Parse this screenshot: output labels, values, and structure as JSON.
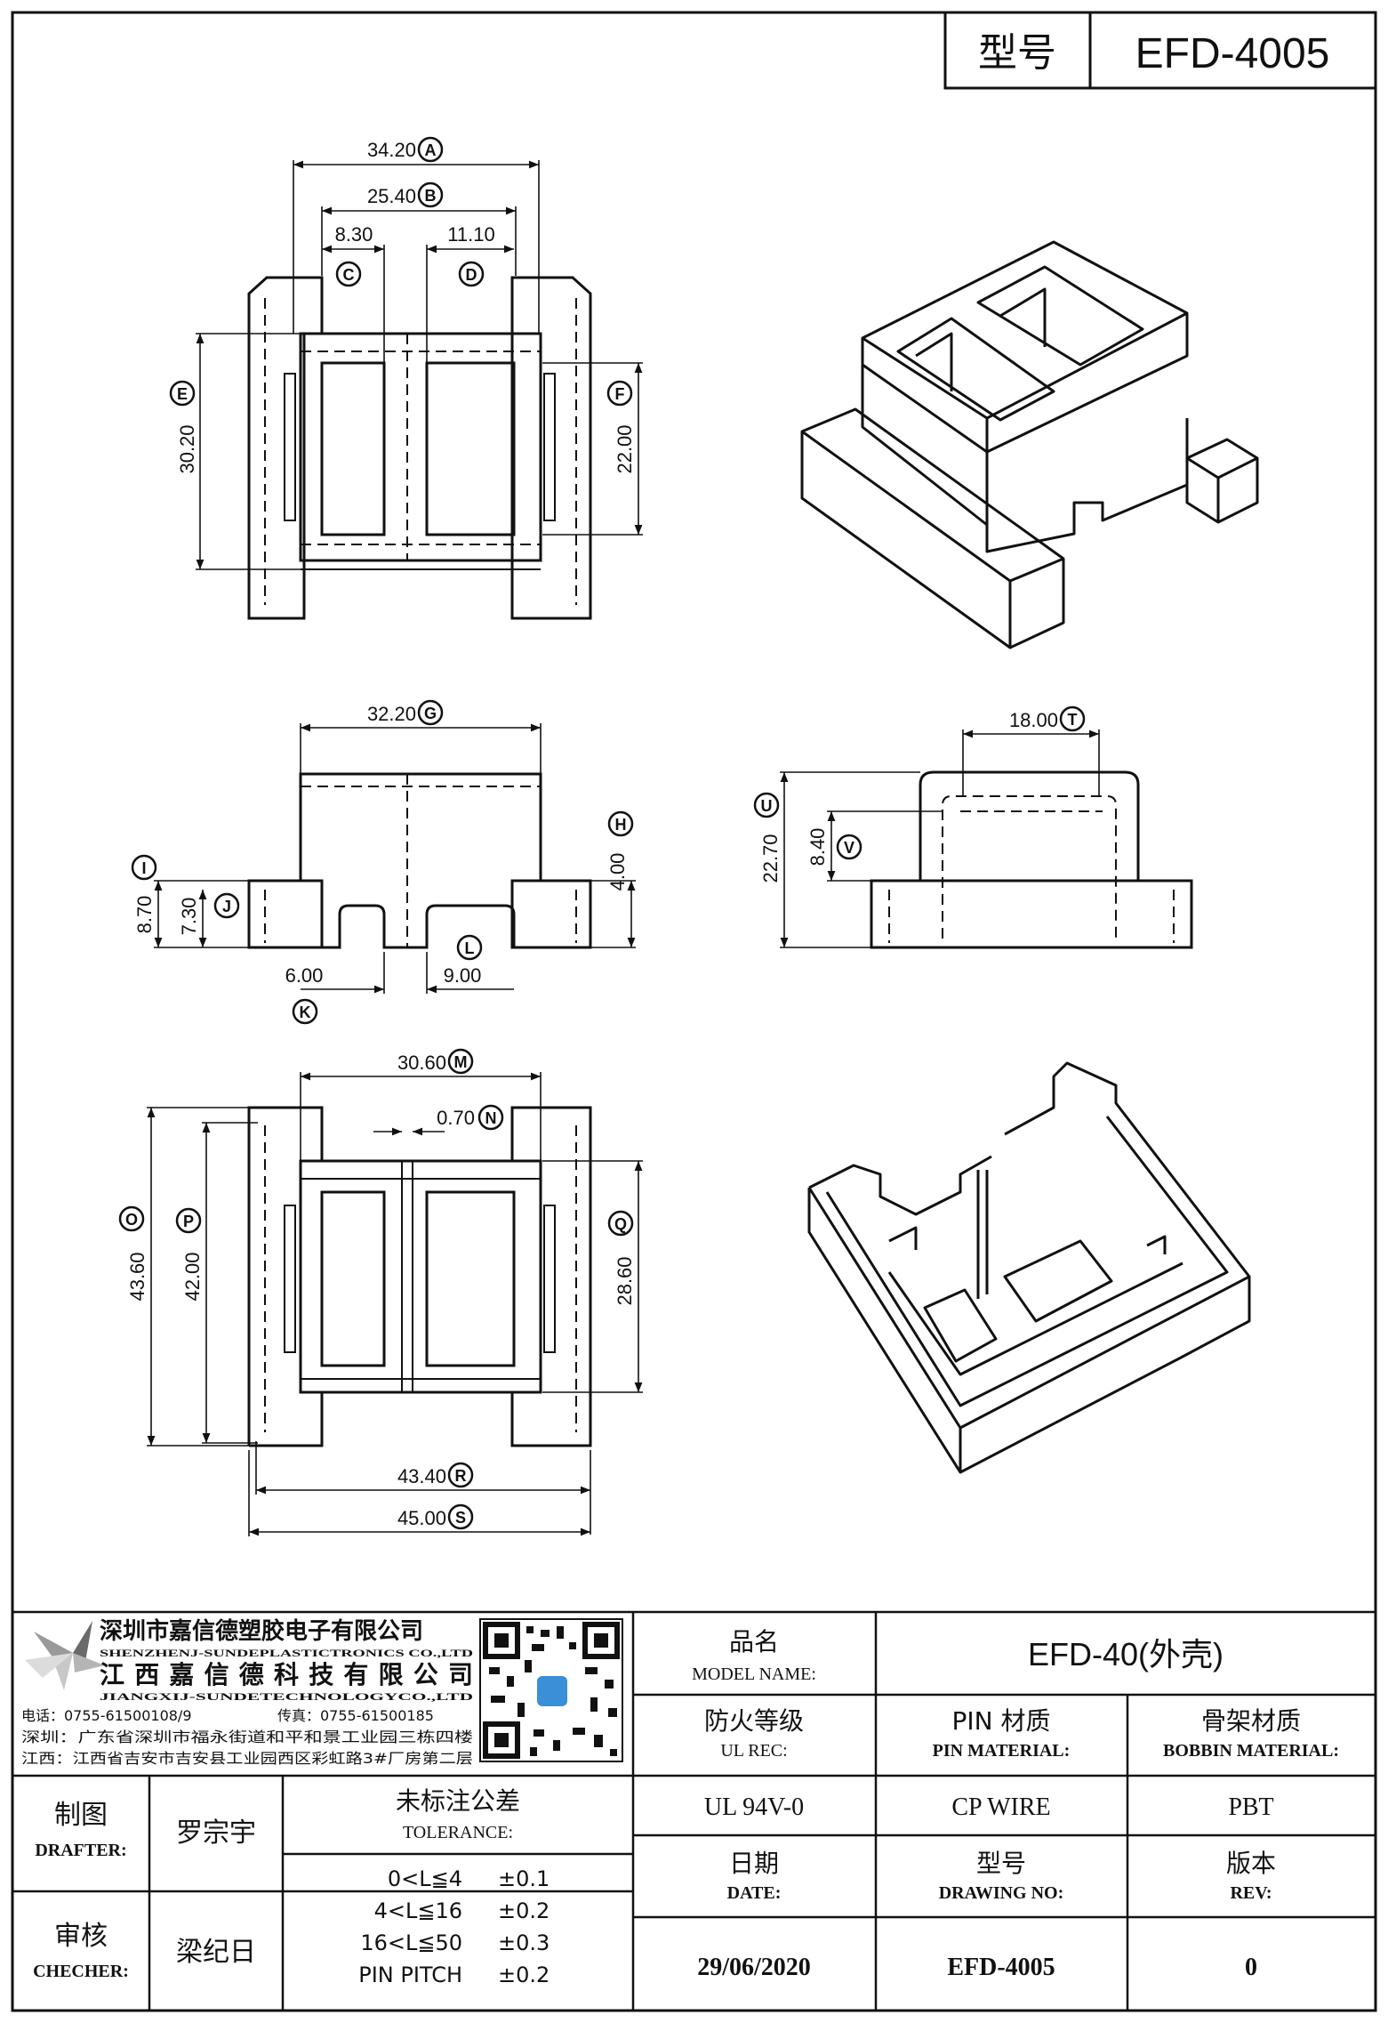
{
  "header": {
    "model_label": "型号",
    "model_value": "EFD-4005"
  },
  "dims": {
    "A": "34.20",
    "B": "25.40",
    "C": "8.30",
    "D": "11.10",
    "E": "30.20",
    "F": "22.00",
    "G": "32.20",
    "H": "4.00",
    "I": "8.70",
    "J": "7.30",
    "K": "6.00",
    "L": "9.00",
    "T": "18.00",
    "U": "22.70",
    "V": "8.40",
    "M": "30.60",
    "N": "0.70",
    "O": "43.60",
    "P": "42.00",
    "Q": "28.60",
    "R": "43.40",
    "S": "45.00"
  },
  "company": {
    "name_cn1": "深圳市嘉信德塑胶电子有限公司",
    "name_en1": "SHENZHENJ-SUNDEPLASTICTRONICS CO.,LTD",
    "name_cn2": "江西嘉信德科技有限公司",
    "name_en2": "JIANGXIJ-SUNDETECHNOLOGYCO.,LTD",
    "tel": "电话：0755-61500108/9",
    "fax": "传真：0755-61500185",
    "addr_sz": "深圳：广东省深圳市福永街道和平和景工业园三栋四楼",
    "addr_jx": "江西：江西省吉安市吉安县工业园西区彩虹路3#厂房第二层"
  },
  "titleblock": {
    "model_name_cn": "品名",
    "model_name_en": "MODEL NAME:",
    "model_name_value": "EFD-40(外壳)",
    "ul_cn": "防火等级",
    "ul_en": "UL REC:",
    "pin_cn": "PIN 材质",
    "pin_en": "PIN MATERIAL:",
    "bobbin_cn": "骨架材质",
    "bobbin_en": "BOBBIN MATERIAL:",
    "ul_value": "UL 94V-0",
    "pin_value": "CP WIRE",
    "bobbin_value": "PBT",
    "drafter_cn": "制图",
    "drafter_en": "DRAFTER:",
    "drafter_value": "罗宗宇",
    "checker_cn": "审核",
    "checker_en": "CHECHER:",
    "checker_value": "梁纪日",
    "tolerance_cn": "未标注公差",
    "tolerance_en": "TOLERANCE:",
    "tolerances": [
      {
        "range": "0<L≦4",
        "value": "±0.1"
      },
      {
        "range": "4<L≦16",
        "value": "±0.2"
      },
      {
        "range": "16<L≦50",
        "value": "±0.3"
      },
      {
        "range": "PIN PITCH",
        "value": "±0.2"
      }
    ],
    "date_cn": "日期",
    "date_en": "DATE:",
    "drawing_cn": "型号",
    "drawing_en": "DRAWING NO:",
    "rev_cn": "版本",
    "rev_en": "REV:",
    "date_value": "29/06/2020",
    "drawing_value": "EFD-4005",
    "rev_value": "0"
  }
}
